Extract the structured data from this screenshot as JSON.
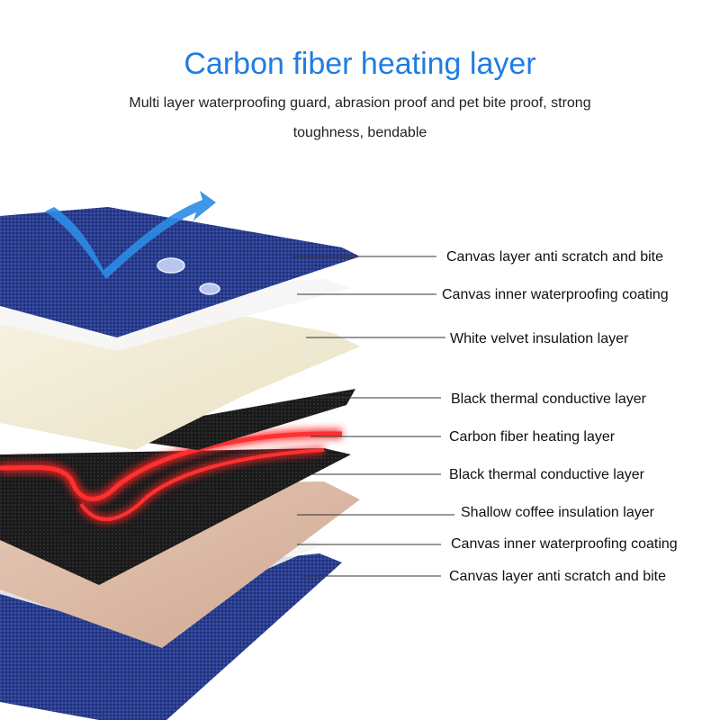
{
  "heading": {
    "title": "Carbon fiber heating layer",
    "subtitle": "Multi layer waterproofing guard, abrasion proof and pet bite proof, strong toughness, bendable"
  },
  "layers": [
    {
      "label": "Canvas layer anti scratch and bite"
    },
    {
      "label": "Canvas inner waterproofing coating"
    },
    {
      "label": "White velvet insulation layer"
    },
    {
      "label": "Black thermal conductive layer"
    },
    {
      "label": "Carbon fiber heating layer"
    },
    {
      "label": "Black thermal conductive layer"
    },
    {
      "label": "Shallow coffee insulation layer"
    },
    {
      "label": "Canvas inner waterproofing coating"
    },
    {
      "label": "Canvas layer anti scratch and bite"
    }
  ],
  "colors": {
    "title": "#1f7de0",
    "canvas": "#2a3d8f",
    "velvet": "#f1ecd6",
    "black": "#1c1c1c",
    "heating": "#e01010",
    "coffee": "#d9b7a3",
    "coating": "#f4f4f4"
  }
}
